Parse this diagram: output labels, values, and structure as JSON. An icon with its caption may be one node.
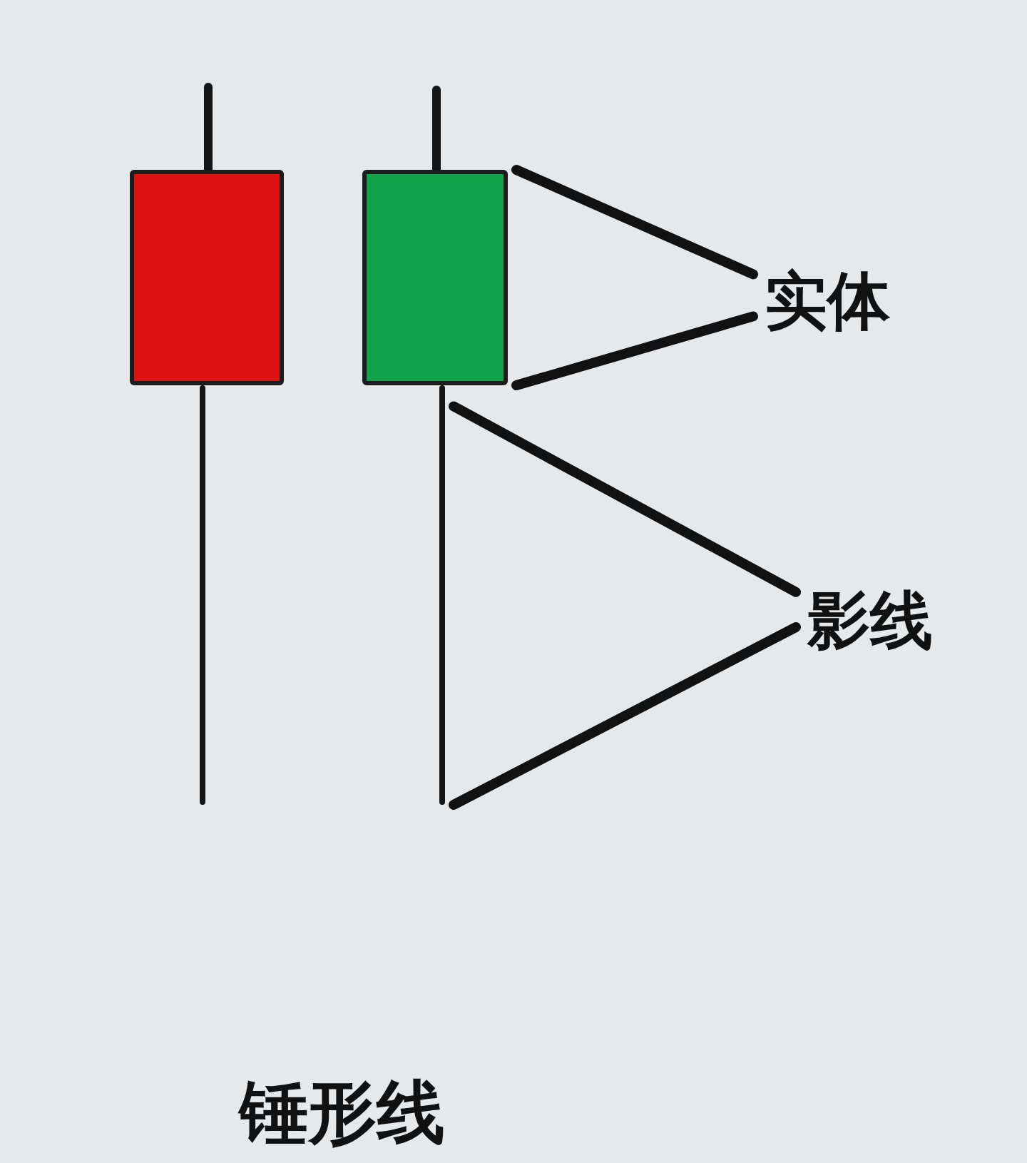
{
  "diagram": {
    "caption": "锤形线",
    "nodes": [
      {
        "text": [],
        "shape": "bar"
      },
      {
        "text": [],
        "shape": "box"
      },
      {
        "text": [],
        "shape": "bar"
      },
      {
        "text": [],
        "shape": "bar"
      },
      {
        "text": [],
        "shape": "box"
      },
      {
        "text": [],
        "shape": "bar"
      },
      {
        "text": [
          "实体"
        ]
      },
      {
        "text": [
          "影线"
        ]
      }
    ],
    "edges": [
      {
        "from": 6,
        "to": 4,
        "arrow": "none"
      },
      {
        "from": 6,
        "to": 4,
        "arrow": "none"
      },
      {
        "from": 7,
        "to": 5,
        "arrow": "none"
      },
      {
        "from": 7,
        "to": 5,
        "arrow": "none"
      }
    ]
  }
}
